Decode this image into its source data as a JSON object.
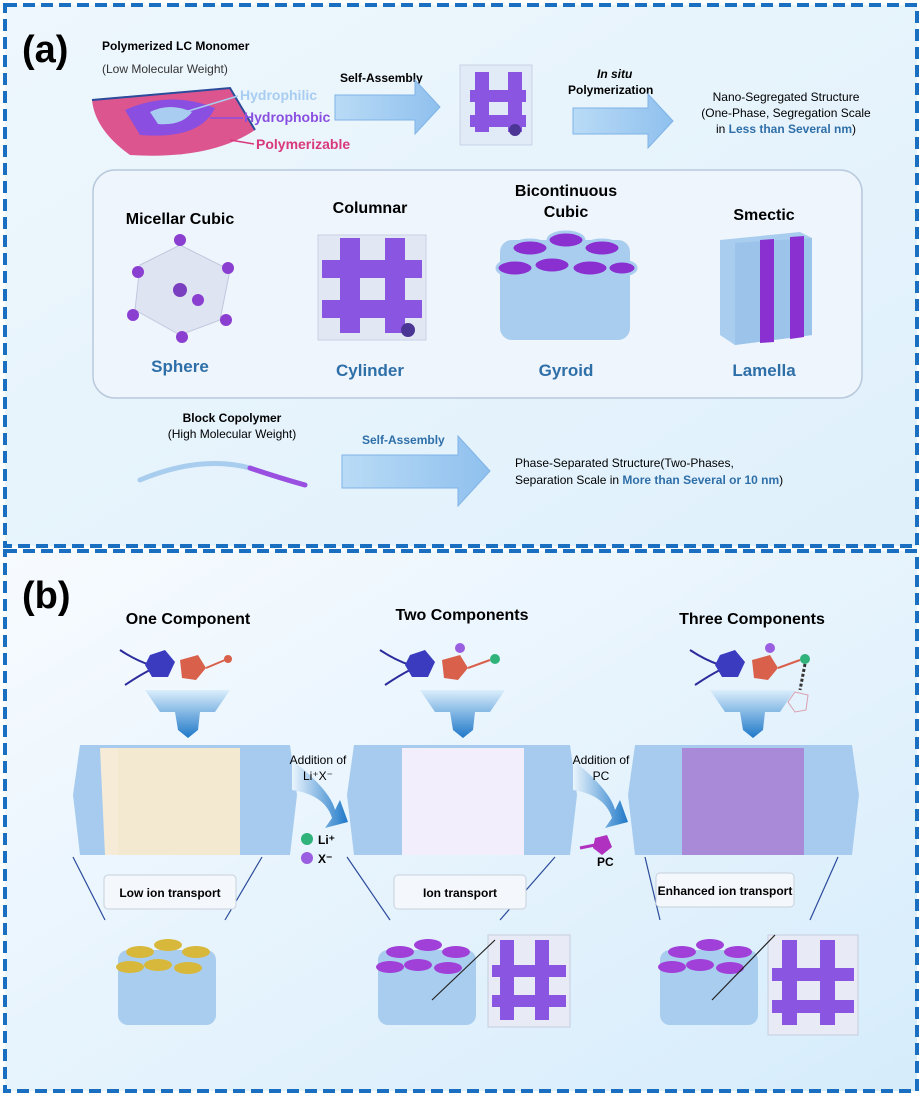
{
  "colors": {
    "border": "#1a6fc0",
    "accent_text": "#2f6fa8",
    "arrow": "#9cc8f0",
    "purple": "#8a55e0",
    "cylinder": "#a9cdee",
    "magenta": "#d2407a"
  },
  "panel_a": {
    "label": "(a)",
    "monomer_title": "Polymerized LC Monomer",
    "monomer_subtitle": "(Low Molecular Weight)",
    "hydrophilic": "Hydrophilic",
    "hydrophobic": "Hydrophobic",
    "polymerizable": "Polymerizable",
    "self_assembly": "Self-Assembly",
    "in_situ": "In situ",
    "polymerization": "Polymerization",
    "nano_line1": "Nano-Segregated Structure",
    "nano_line2": "(One-Phase, Segregation Scale",
    "nano_line3_pre": "in ",
    "nano_line3_hl": "Less than Several nm",
    "nano_line3_post": ")",
    "phases": [
      {
        "title": "Micellar Cubic",
        "shape": "Sphere"
      },
      {
        "title": "Columnar",
        "shape": "Cylinder"
      },
      {
        "title_line1": "Bicontinuous",
        "title_line2": "Cubic",
        "shape": "Gyroid"
      },
      {
        "title": "Smectic",
        "shape": "Lamella"
      }
    ],
    "block_title": "Block Copolymer",
    "block_subtitle": "(High Molecular Weight)",
    "self_assembly_2": "Self-Assembly",
    "phase_line1": "Phase-Separated Structure(Two-Phases,",
    "phase_line2_pre": "Separation Scale in ",
    "phase_line2_hl": "More than Several or 10 nm",
    "phase_line2_post": ")"
  },
  "panel_b": {
    "label": "(b)",
    "columns": [
      {
        "title": "One Component",
        "transport": "Low ion transport"
      },
      {
        "title": "Two Components",
        "transport": "Ion transport"
      },
      {
        "title": "Three Components",
        "transport": "Enhanced ion transport"
      }
    ],
    "addition_1_line1": "Addition of",
    "addition_1_line2": "Li⁺X⁻",
    "addition_2_line1": "Addition of",
    "addition_2_line2": "PC",
    "legend_li": "Li⁺",
    "legend_x": "X⁻",
    "legend_pc": "PC",
    "molecule_li": "Li⁺",
    "molecule_x": "X"
  }
}
